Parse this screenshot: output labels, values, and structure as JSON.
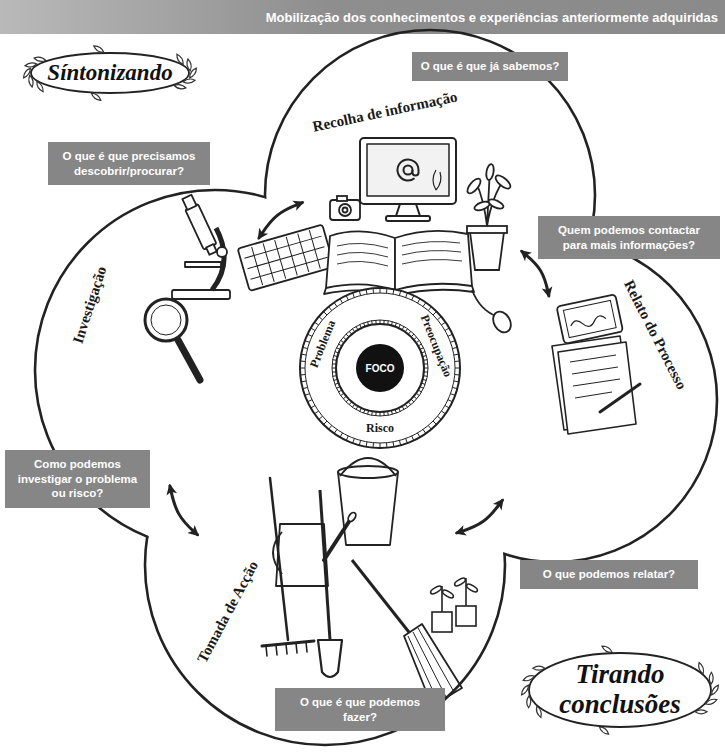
{
  "diagram": {
    "title": "Mobilização dos conhecimentos e experiências anteriormente adquiridas",
    "nodes": [
      {
        "text": [
          "Síntonizando"
        ]
      },
      {
        "text": [
          "O que é que já sabemos?"
        ]
      },
      {
        "text": [
          "O que é que precisamos descobrir/procurar?"
        ]
      },
      {
        "text": [
          "Recolha de informação"
        ]
      },
      {
        "text": [
          "Investigação"
        ]
      },
      {
        "text": [
          "Quem podemos contactar para mais informações?"
        ]
      },
      {
        "text": [
          "Relato do Processo"
        ]
      },
      {
        "text": [
          "Problema",
          "Preocupação",
          "Risco"
        ]
      },
      {
        "text": [
          "FOCO"
        ],
        "in": 7
      },
      {
        "text": [
          "Como podemos investigar o problema ou risco?"
        ]
      },
      {
        "text": [
          "Tomada de Acção"
        ]
      },
      {
        "text": [
          "O que podemos relatar?"
        ]
      },
      {
        "text": [
          "Tirando conclusões"
        ]
      },
      {
        "text": [
          "O que é que podemos fazer?"
        ]
      }
    ],
    "edges": [
      {
        "from": 4,
        "to": 3,
        "arrow": "both"
      },
      {
        "from": 3,
        "to": 6,
        "arrow": "both"
      },
      {
        "from": 4,
        "to": 10,
        "arrow": "both"
      },
      {
        "from": 10,
        "to": 6,
        "arrow": "both"
      }
    ]
  }
}
